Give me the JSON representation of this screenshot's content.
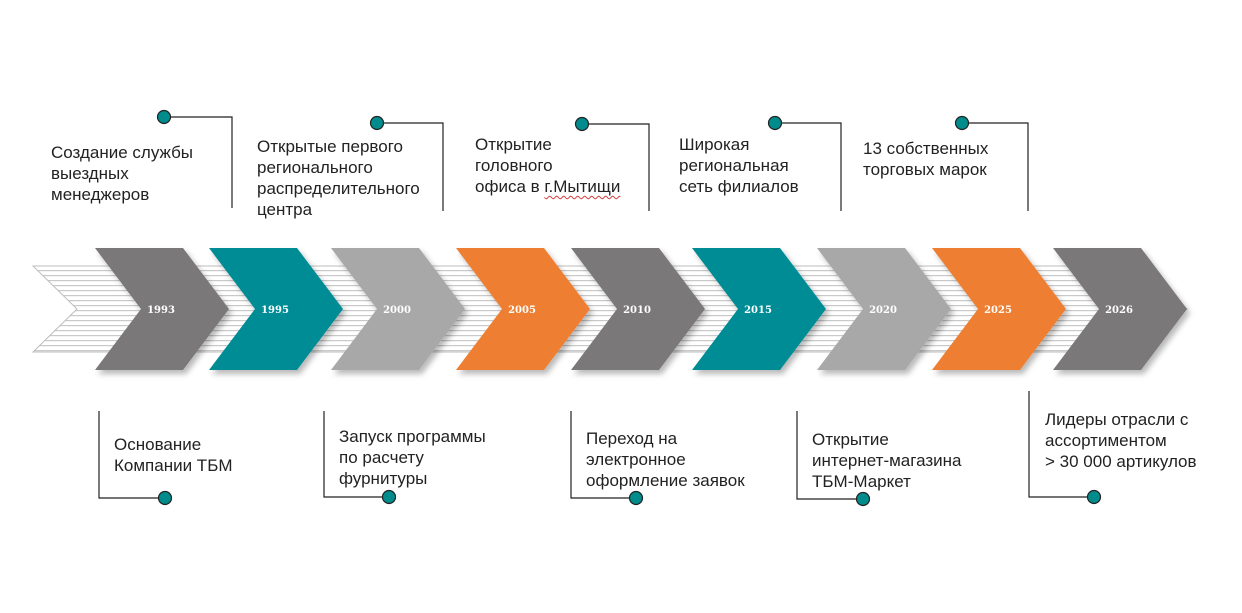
{
  "colors": {
    "gray_dark": "#7a7878",
    "teal": "#008c95",
    "gray_light": "#a8a8a8",
    "orange": "#ee7f32",
    "dot": "#008c8c",
    "line": "#222222",
    "stripe": "#c9c9c9"
  },
  "chevrons": [
    {
      "year": "1993",
      "color": "gray_dark"
    },
    {
      "year": "1995",
      "color": "teal"
    },
    {
      "year": "2000",
      "color": "gray_light"
    },
    {
      "year": "2005",
      "color": "orange"
    },
    {
      "year": "2010",
      "color": "gray_dark"
    },
    {
      "year": "2015",
      "color": "teal"
    },
    {
      "year": "2020",
      "color": "gray_light"
    },
    {
      "year": "2025",
      "color": "orange"
    },
    {
      "year": "2026",
      "color": "gray_dark"
    }
  ],
  "top_notes": [
    {
      "text": "Создание службы\nвыездных\nменеджеров"
    },
    {
      "text": "Открытые первого\nрегионального\nраспределительного\nцентра"
    },
    {
      "text_before": "Открытие\nголовного\nофиса в ",
      "text_marked": "г.Мытищи"
    },
    {
      "text": "Широкая\nрегиональная\nсеть филиалов"
    },
    {
      "text": "13 собственных\nторговых марок"
    }
  ],
  "bottom_notes": [
    {
      "text": "Основание\nКомпании ТБМ"
    },
    {
      "text": "Запуск программы\nпо расчету\nфурнитуры"
    },
    {
      "text": "Переход на\nэлектронное\nоформление заявок"
    },
    {
      "text": "Открытие\nинтернет-магазина\nТБМ-Маркет"
    },
    {
      "text": "Лидеры отрасли с\nассортиментом\n> 30 000 артикулов"
    }
  ]
}
